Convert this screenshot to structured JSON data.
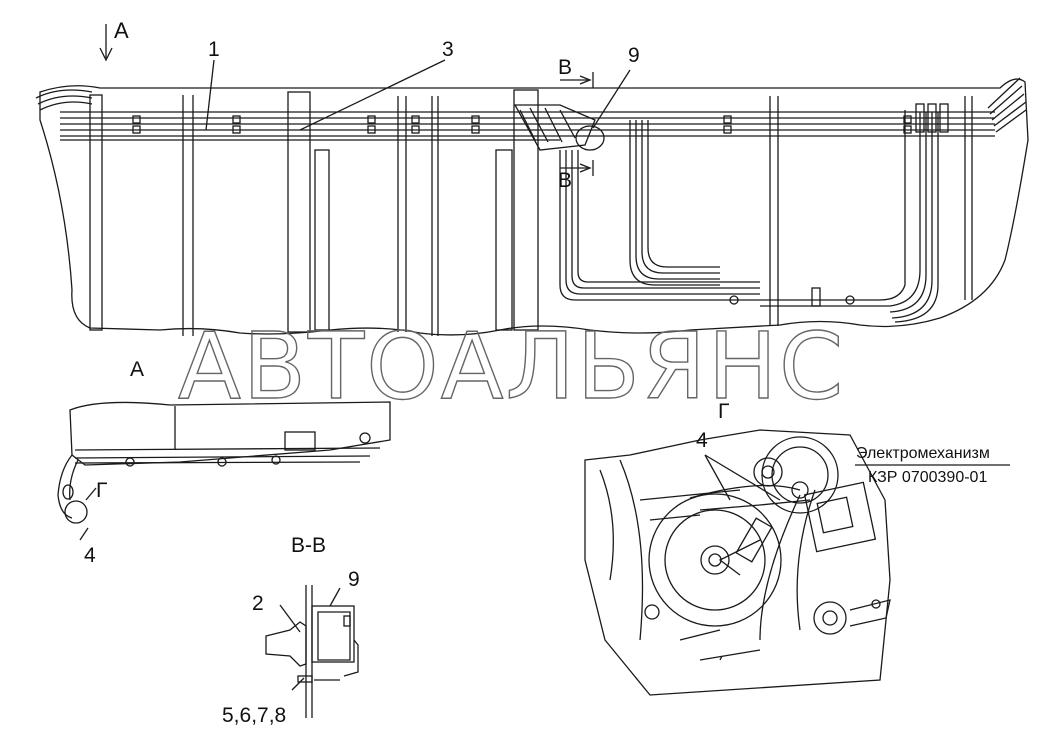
{
  "labels": {
    "view_a_arrow": "А",
    "callout_1": "1",
    "callout_3": "3",
    "callout_9_top": "9",
    "section_b_top": "В",
    "section_b_bottom": "В",
    "view_a_title": "А",
    "callout_g_small": "Г",
    "callout_4_left": "4",
    "section_bb_title": "В-В",
    "callout_2": "2",
    "callout_9_detail": "9",
    "callout_5678": "5,6,7,8",
    "detail_g_title": "Г",
    "callout_4_detail": "4",
    "mechanism_name": "Электромеханизм",
    "mechanism_code": "КЗР 0700390-01"
  },
  "watermark": "АВТОАЛЬЯНС",
  "colors": {
    "line": "#1a1a1a",
    "watermark": "#666666",
    "background": "#ffffff"
  }
}
